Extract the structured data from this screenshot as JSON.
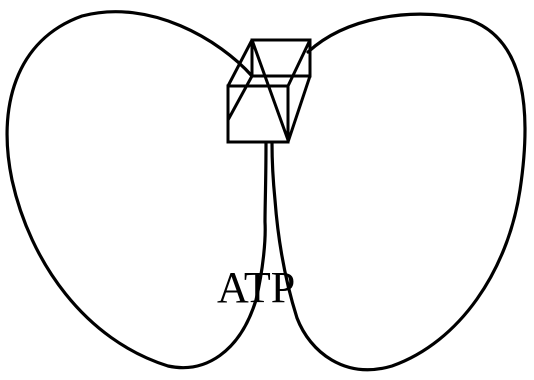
{
  "diagram": {
    "label": "ATP",
    "colors": {
      "stroke": "#000000",
      "background": "#ffffff"
    },
    "parts": [
      "left-lobe",
      "right-lobe",
      "hinge-box",
      "atp-label"
    ]
  }
}
